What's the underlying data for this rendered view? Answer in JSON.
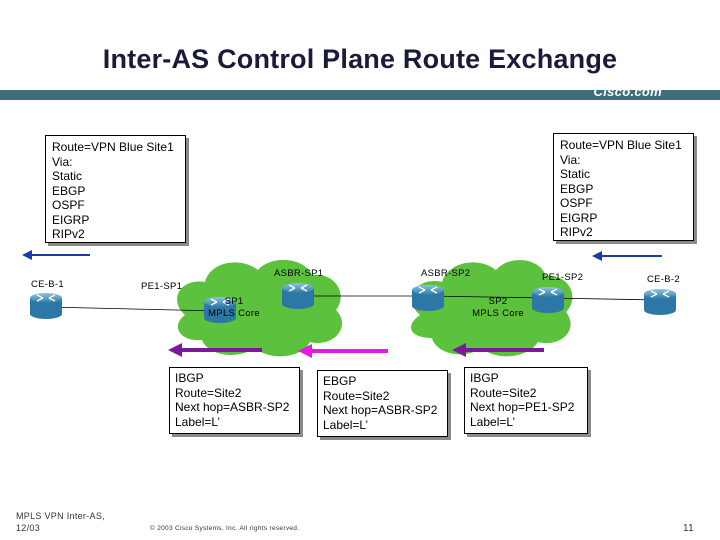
{
  "slide": {
    "title": "Inter-AS Control Plane Route Exchange",
    "brand": "Cisco.com",
    "accent_color": "#3c6f7c"
  },
  "route_boxes": {
    "left": [
      "Route=VPN Blue Site1",
      "Via:",
      "Static",
      "EBGP",
      "OSPF",
      "EIGRP",
      "RIPv2"
    ],
    "right": [
      "Route=VPN Blue Site1",
      "Via:",
      "Static",
      "EBGP",
      "OSPF",
      "EIGRP",
      "RIPv2"
    ]
  },
  "nodes": {
    "ce_b1": "CE-B-1",
    "pe1_sp1": "PE1-SP1",
    "asbr_sp1": "ASBR-SP1",
    "asbr_sp2": "ASBR-SP2",
    "pe1_sp2": "PE1-SP2",
    "ce_b2": "CE-B-2"
  },
  "clouds": {
    "sp1": [
      "SP1",
      "MPLS Core"
    ],
    "sp2": [
      "SP2",
      "MPLS Core"
    ]
  },
  "arrows": {
    "blue_color": "#1a3aa8",
    "purple_color": "#7a1a9a",
    "magenta_color": "#e41ae4"
  },
  "label_boxes": {
    "ibgp_left": [
      "IBGP",
      "Route=Site2",
      "Next hop=ASBR-SP2",
      "Label=L’"
    ],
    "ebgp": [
      "EBGP",
      "Route=Site2",
      "Next hop=ASBR-SP2",
      "Label=L’"
    ],
    "ibgp_right": [
      "IBGP",
      "Route=Site2",
      "Next hop=PE1-SP2",
      "Label=L’"
    ]
  },
  "footer": {
    "line1": "MPLS VPN Inter-AS,",
    "line2": "12/03",
    "copyright": "© 2003 Cisco Systems, Inc. All rights reserved.",
    "page": "11"
  },
  "icons": [
    "router-icon",
    "cloud-icon",
    "arrow-icon",
    "cisco-logo"
  ]
}
